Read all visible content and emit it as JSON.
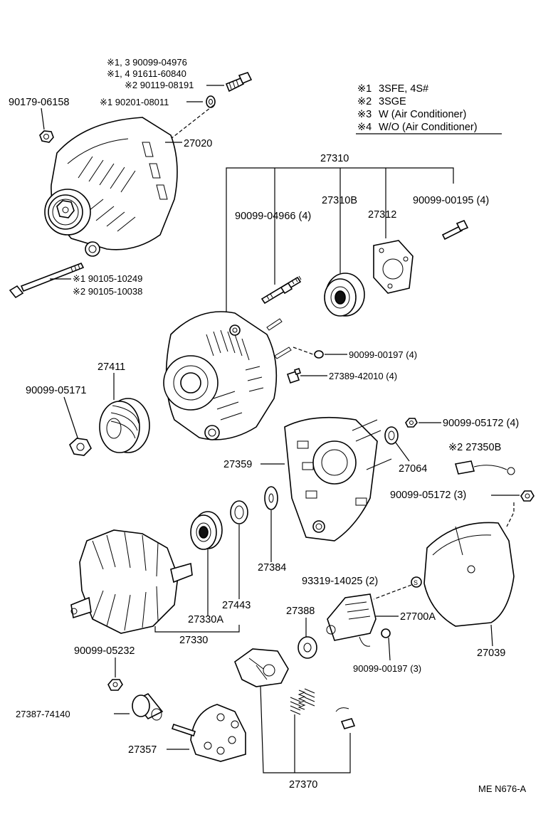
{
  "legend": {
    "items": [
      {
        "mark": "※1",
        "text": "3SFE, 4S#"
      },
      {
        "mark": "※2",
        "text": "3SGE"
      },
      {
        "mark": "※3",
        "text": "W (Air Conditioner)"
      },
      {
        "mark": "※4",
        "text": "W/O (Air Conditioner)"
      }
    ]
  },
  "labels": {
    "p1_3_90099_04976": "※1, 3 90099-04976",
    "p1_4_91611_60840": "※1, 4 91611-60840",
    "p2_90119_08191": "※2 90119-08191",
    "p90179_06158": "90179-06158",
    "p1_90201_08011": "※1 90201-08011",
    "p27020": "27020",
    "p27310": "27310",
    "p27310B": "27310B",
    "p90099_04966": "90099-04966 (4)",
    "p27312": "27312",
    "p90099_00195": "90099-00195 (4)",
    "p1_90105_10249": "※1 90105-10249",
    "p2_90105_10038": "※2 90105-10038",
    "p27411": "27411",
    "p90099_05171": "90099-05171",
    "p90099_00197a": "90099-00197 (4)",
    "p27389_42010": "27389-42010 (4)",
    "p90099_05172a": "90099-05172 (4)",
    "p27359": "27359",
    "p27064": "27064",
    "p2_27350B": "※2 27350B",
    "p90099_05172b": "90099-05172 (3)",
    "p27384": "27384",
    "p93319_14025": "93319-14025 (2)",
    "p27443": "27443",
    "p27330A": "27330A",
    "p27330": "27330",
    "p27388": "27388",
    "p27700A": "27700A",
    "p90099_00197b": "90099-00197 (3)",
    "p27039": "27039",
    "p90099_05232": "90099-05232",
    "p27387_74140": "27387-74140",
    "p27357": "27357",
    "p27370": "27370",
    "code": "ME N676-A"
  }
}
